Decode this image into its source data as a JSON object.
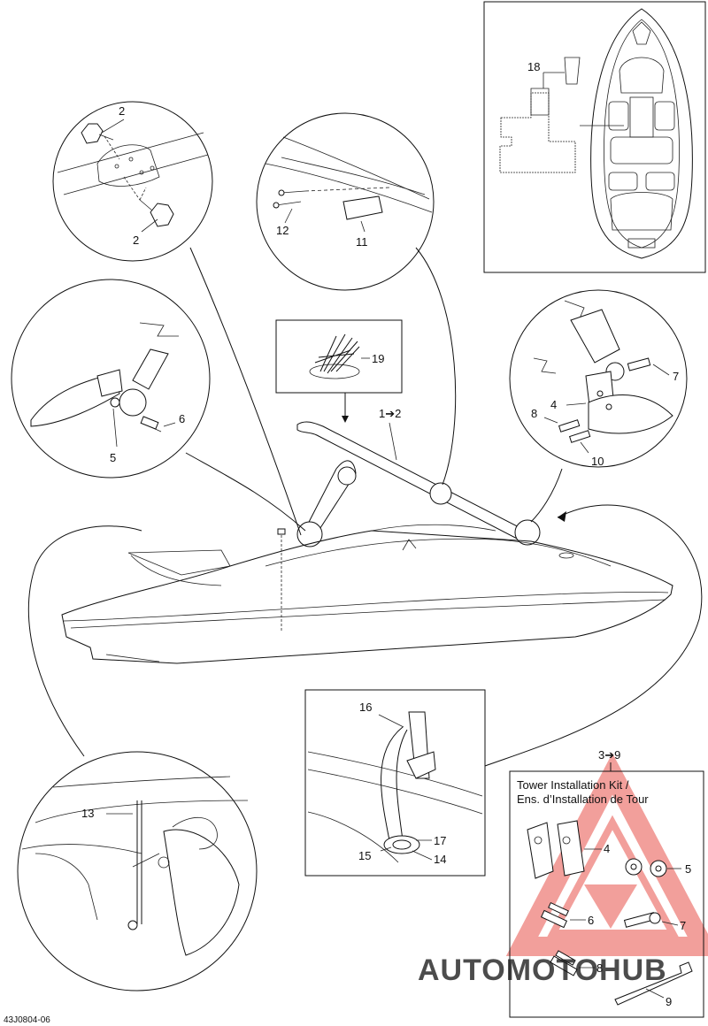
{
  "diagram": {
    "part_number": "43J0804-06",
    "callouts": {
      "c1_2": "1➔2",
      "c2a": "2",
      "c2b": "2",
      "c4": "4",
      "c5": "5",
      "c6": "6",
      "c7": "7",
      "c8": "8",
      "c10": "10",
      "c11": "11",
      "c12": "12",
      "c13": "13",
      "c14": "14",
      "c15": "15",
      "c16": "16",
      "c17": "17",
      "c18": "18",
      "c19": "19",
      "c3_9": "3➔9"
    },
    "kit": {
      "title_en": "Tower Installation Kit /",
      "title_fr": "Ens. d’Installation de Tour",
      "items": {
        "k4": "4",
        "k5": "5",
        "k6": "6",
        "k7": "7",
        "k8": "8",
        "k9": "9"
      }
    },
    "watermark": {
      "text": "AUTOMOTOHUB",
      "accent": "#e8524a",
      "gold": "#f0a030"
    }
  }
}
